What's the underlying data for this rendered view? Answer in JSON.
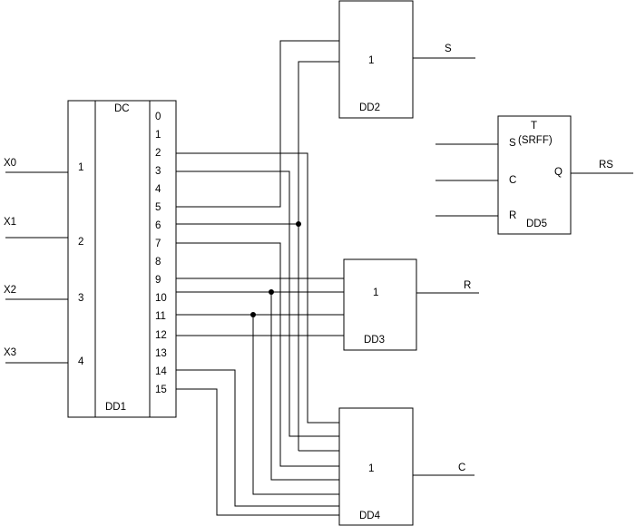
{
  "decoder": {
    "header": "DC",
    "name": "DD1",
    "inputs": [
      "1",
      "2",
      "3",
      "4"
    ],
    "outputs": [
      "0",
      "1",
      "2",
      "3",
      "4",
      "5",
      "6",
      "7",
      "8",
      "9",
      "10",
      "11",
      "12",
      "13",
      "14",
      "15"
    ]
  },
  "input_signals": [
    "X0",
    "X1",
    "X2",
    "X3"
  ],
  "gate_dd2": {
    "symbol": "1",
    "name": "DD2",
    "output": "S"
  },
  "gate_dd3": {
    "symbol": "1",
    "name": "DD3",
    "output": "R"
  },
  "gate_dd4": {
    "symbol": "1",
    "name": "DD4",
    "output": "C"
  },
  "flipflop": {
    "type": "T",
    "subtype": "(SRFF)",
    "name": "DD5",
    "inputs": [
      "S",
      "C",
      "R"
    ],
    "output_pin": "Q",
    "output": "RS"
  }
}
